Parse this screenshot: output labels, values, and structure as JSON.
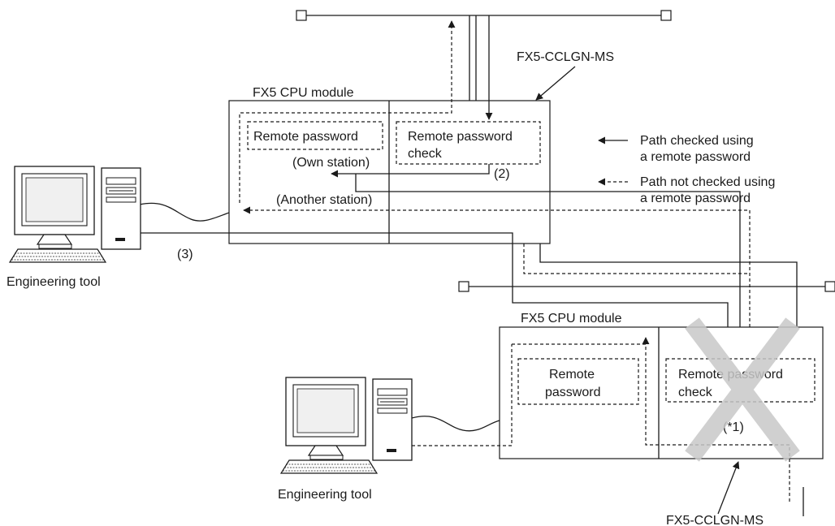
{
  "labels": {
    "cpu_module_top": "FX5 CPU module",
    "cpu_module_bottom": "FX5 CPU module",
    "ccl_module_top": "FX5-CCLGN-MS",
    "ccl_module_bottom": "FX5-CCLGN-MS",
    "remote_password_top": "Remote password",
    "remote_password_check_top_line1": "Remote password",
    "remote_password_check_top_line2": "check",
    "remote_password_bottom_line1": "Remote",
    "remote_password_bottom_line2": "password",
    "remote_password_check_bottom_line1": "Remote password",
    "remote_password_check_bottom_line2": "check",
    "own_station": "(Own station)",
    "another_station": "(Another station)",
    "marker_2": "(2)",
    "marker_3": "(3)",
    "marker_star1": "(*1)",
    "engineering_tool_top": "Engineering tool",
    "engineering_tool_bottom": "Engineering tool"
  },
  "legend": {
    "checked_line1": "Path checked using",
    "checked_line2": "a remote password",
    "not_checked_line1": "Path not checked using",
    "not_checked_line2": "a remote password"
  },
  "colors": {
    "line": "#1a1a1a",
    "cross": "#c8c8c8",
    "background": "#ffffff"
  },
  "icons": [
    "computer-icon",
    "network-terminator-icon",
    "arrow-icon",
    "cross-mark-icon"
  ]
}
